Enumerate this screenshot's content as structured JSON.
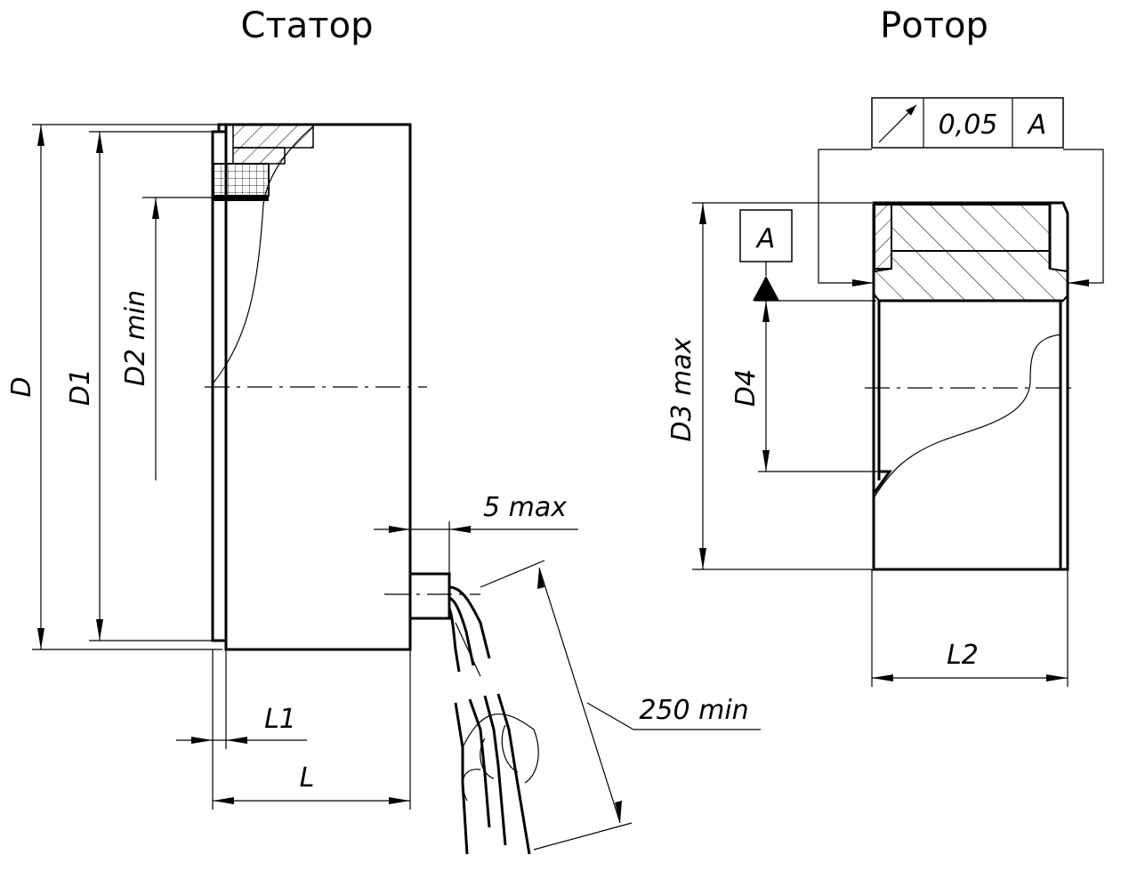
{
  "titles": {
    "stator": "Статор",
    "rotor": "Ротор"
  },
  "stator_dims": {
    "d": "D",
    "d1": "D1",
    "d2": "D2  min",
    "l1": "L1",
    "l": "L",
    "lead_gap": "5 max",
    "lead_length": "250 min"
  },
  "rotor_dims": {
    "d3": "D3 max",
    "d4": "D4",
    "l2": "L2",
    "datum": "A",
    "tolerance": {
      "symbol": "runout-arrow-icon",
      "value": "0,05",
      "datum": "A"
    }
  },
  "colors": {
    "line": "#000000",
    "background": "#ffffff"
  }
}
